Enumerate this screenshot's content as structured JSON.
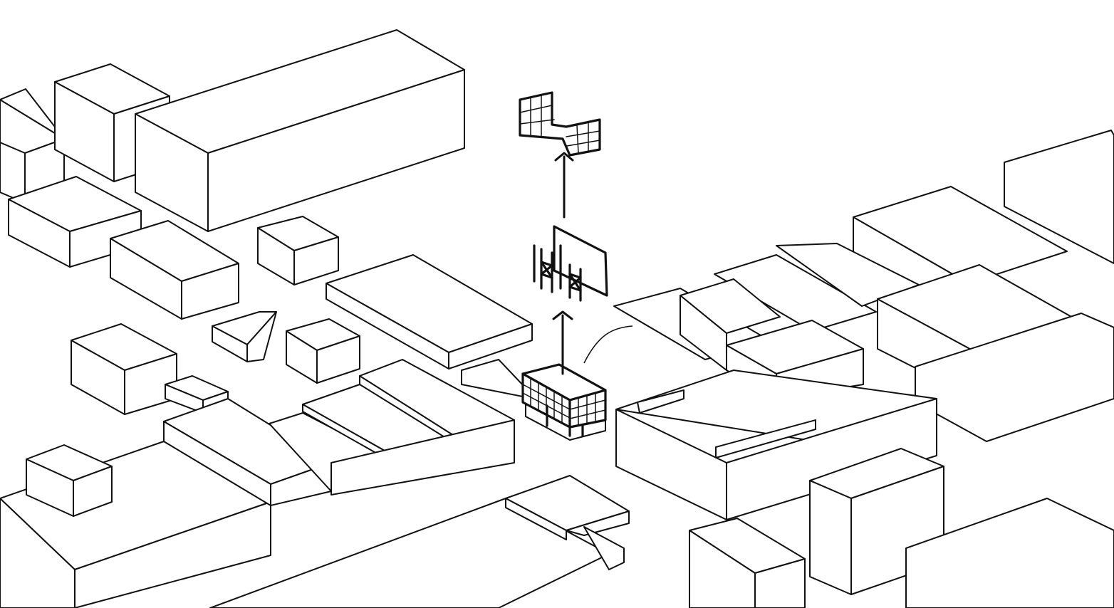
{
  "drawing": {
    "stroke_color": "#111111",
    "paper_color": "#ffffff",
    "style": "hand-drawn axonometric line sketch",
    "elements": {
      "context_blocks": "urban-context-buildings",
      "site_building": "facade-grid-building",
      "exploded_parts": [
        "structural-frame-bracing",
        "facade-grid-panel"
      ],
      "arrows": [
        "up-arrow",
        "up-arrow"
      ]
    }
  }
}
